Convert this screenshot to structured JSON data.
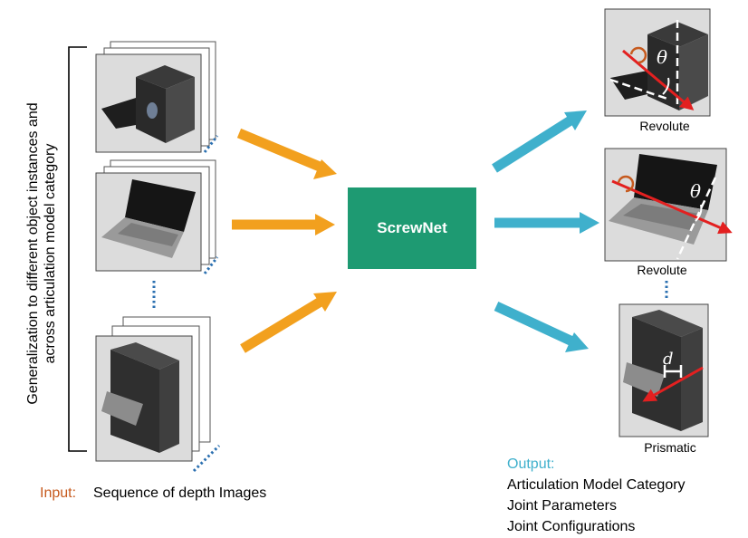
{
  "side_label": {
    "line1": "Generalization to different object instances and",
    "line2": "across articulation model category"
  },
  "network": {
    "label": "ScrewNet"
  },
  "outputs": [
    {
      "label": "Revolute"
    },
    {
      "label": "Revolute"
    },
    {
      "label": "Prismatic"
    }
  ],
  "input": {
    "label": "Input:",
    "text": "Sequence of depth Images"
  },
  "output": {
    "label": "Output:",
    "items": [
      "Articulation Model Category",
      "Joint Parameters",
      "Joint Configurations"
    ]
  },
  "colors": {
    "input_arrow": "#f2a01e",
    "output_arrow": "#3fb0cc",
    "screwnet_box": "#1e9a72",
    "axis_arrow": "#e32020",
    "input_label": "#c65a1e",
    "output_label": "#3fb0cc"
  }
}
